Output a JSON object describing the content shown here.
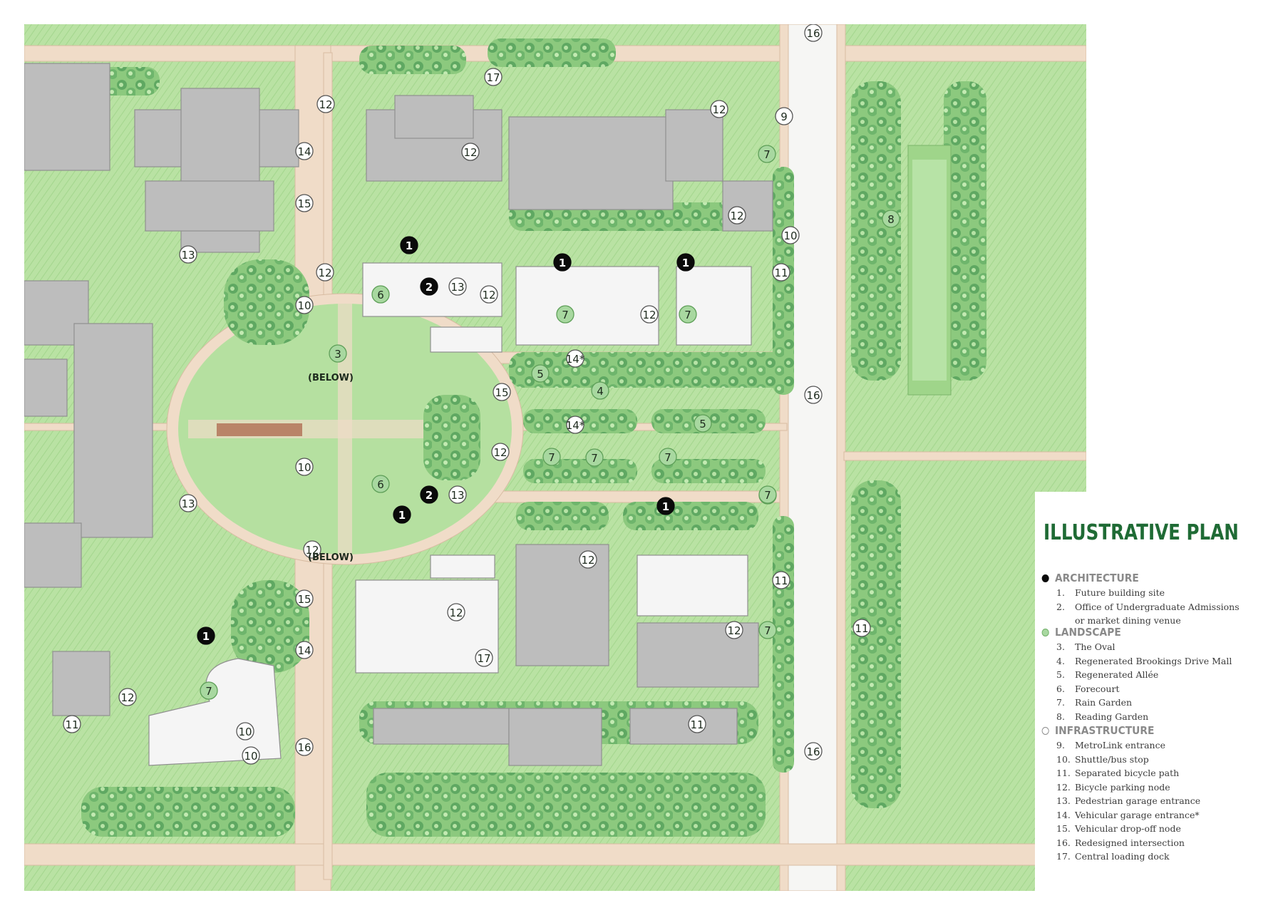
{
  "legend": {
    "title": "ILLUSTRATIVE PLAN",
    "sections": [
      {
        "heading": "ARCHITECTURE",
        "dot": "black",
        "items": [
          {
            "num": "1.",
            "text": "Future building site"
          },
          {
            "num": "2.",
            "text": "Office of Undergraduate Admissions"
          },
          {
            "num": "",
            "text": "or market dining venue"
          }
        ]
      },
      {
        "heading": "LANDSCAPE",
        "dot": "green",
        "items": [
          {
            "num": "3.",
            "text": "The Oval"
          },
          {
            "num": "4.",
            "text": "Regenerated Brookings Drive Mall"
          },
          {
            "num": "5.",
            "text": "Regenerated Allée"
          },
          {
            "num": "6.",
            "text": "Forecourt"
          },
          {
            "num": "7.",
            "text": "Rain Garden"
          },
          {
            "num": "8.",
            "text": "Reading Garden"
          }
        ]
      },
      {
        "heading": "INFRASTRUCTURE",
        "dot": "white",
        "items": [
          {
            "num": "9.",
            "text": "MetroLink entrance"
          },
          {
            "num": "10.",
            "text": "Shuttle/bus stop"
          },
          {
            "num": "11.",
            "text": "Separated bicycle path"
          },
          {
            "num": "12.",
            "text": "Bicycle parking node"
          },
          {
            "num": "13.",
            "text": "Pedestrian garage entrance"
          },
          {
            "num": "14.",
            "text": "Vehicular garage entrance*"
          },
          {
            "num": "15.",
            "text": "Vehicular drop-off node"
          },
          {
            "num": "16.",
            "text": "Redesigned intersection"
          },
          {
            "num": "17.",
            "text": "Central loading dock"
          }
        ]
      }
    ]
  },
  "map": {
    "below_label": "(BELOW)",
    "colors": {
      "architecture_marker": "#0a0a0a",
      "landscape_marker": "#a8d8a0",
      "infrastructure_marker": "#ffffff",
      "title": "#1f6b35",
      "lawn": "#b5e0a0",
      "tree": "#5fa862",
      "path": "#f0dcc8",
      "building_existing": "#bdbdbd",
      "building_future": "#f5f5f5"
    },
    "markers": {
      "architecture": [
        "1",
        "1",
        "1",
        "1",
        "1",
        "1",
        "2",
        "2"
      ],
      "landscape": [
        "3",
        "4",
        "5",
        "5",
        "6",
        "6",
        "7",
        "7",
        "7",
        "7",
        "7",
        "7",
        "7",
        "7",
        "7",
        "7",
        "8"
      ],
      "infrastructure": [
        "9",
        "10",
        "10",
        "10",
        "10",
        "10",
        "11",
        "11",
        "11",
        "11",
        "11",
        "11",
        "12",
        "12",
        "12",
        "12",
        "12",
        "12",
        "12",
        "12",
        "12",
        "12",
        "12",
        "12",
        "12",
        "12",
        "12",
        "13",
        "13",
        "13",
        "13",
        "14",
        "14",
        "14*",
        "14*",
        "15",
        "15",
        "15",
        "16",
        "16",
        "16",
        "16",
        "17",
        "17"
      ]
    }
  }
}
